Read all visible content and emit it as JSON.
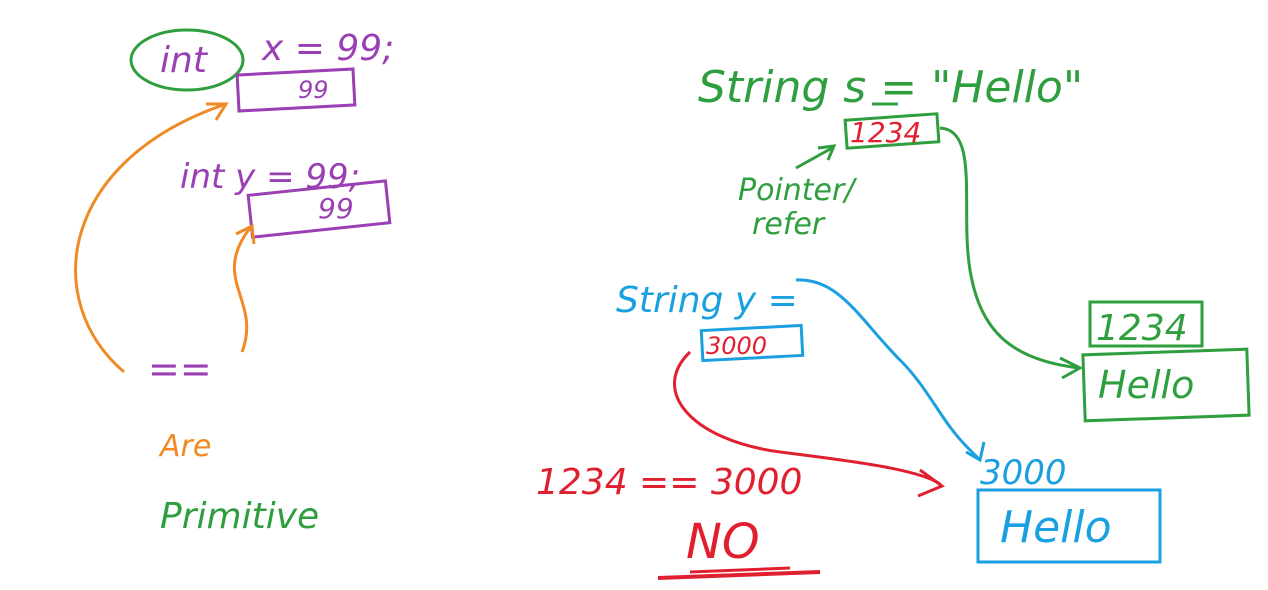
{
  "colors": {
    "purple": "#9b3fb5",
    "green": "#2e9e3e",
    "orange": "#f08a24",
    "red": "#e0202e",
    "blue": "#1aa0e0"
  },
  "primitive_section": {
    "int_keyword": "int",
    "decl_x": "x  =  99;",
    "box_x_value": "99",
    "decl_y": "int  y  =  99;",
    "box_y_value": "99",
    "equality_op": "==",
    "label_line1": "Are",
    "label_line2": "Primitive"
  },
  "reference_section": {
    "string_decl_s": "String  s  =  \"Hello\"",
    "ref_box_s": "1234",
    "pointer_line1": "Pointer/",
    "pointer_line2": "refer",
    "string_decl_y": "String  y  =",
    "ref_box_y": "3000",
    "heap_addr_1": "1234",
    "heap_value_1": "Hello",
    "heap_addr_2": "3000",
    "heap_value_2": "Hello",
    "comparison": "1234  ==  3000",
    "verdict": "NO"
  }
}
